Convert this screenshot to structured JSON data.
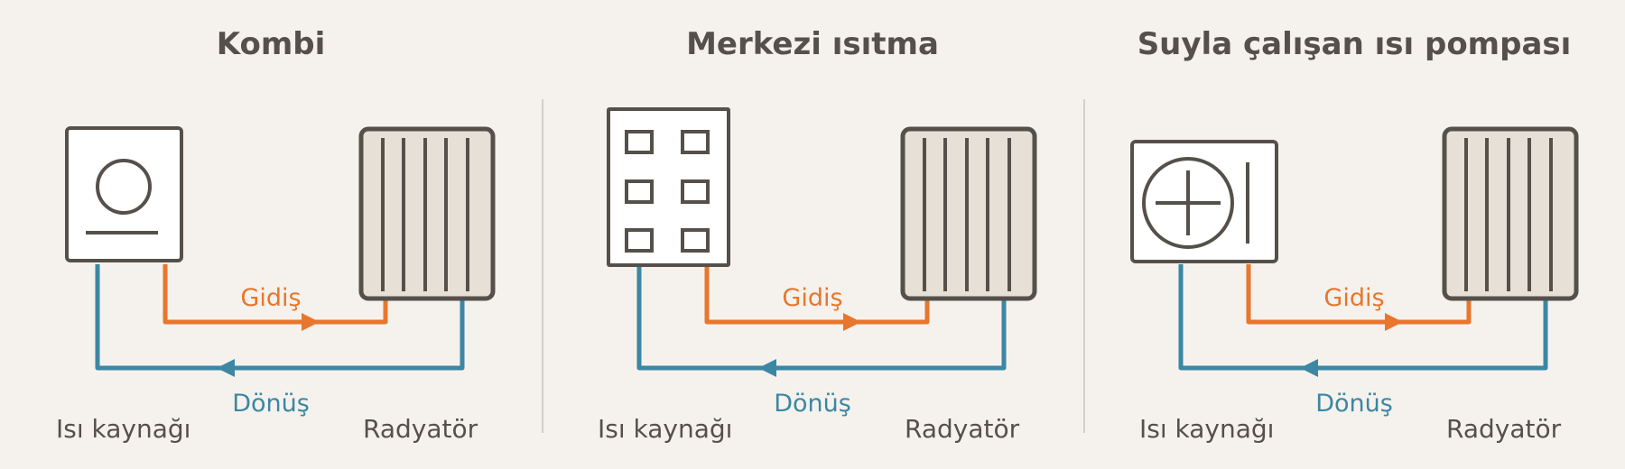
{
  "colors": {
    "background": "#f5f2ed",
    "ink": "#55504a",
    "supply": "#e8762c",
    "return": "#3b87a4",
    "radiator_fill": "#e6e0d6",
    "divider": "#d4cfc7"
  },
  "panels": [
    {
      "id": "kombi",
      "title": "Kombi",
      "source_icon": "boiler-icon",
      "source_label": "Isı kaynağı",
      "radiator_label": "Radyatör",
      "supply_label": "Gidiş",
      "return_label": "Dönüş"
    },
    {
      "id": "merkezi",
      "title": "Merkezi ısıtma",
      "source_icon": "central-plant-icon",
      "source_label": "Isı kaynağı",
      "radiator_label": "Radyatör",
      "supply_label": "Gidiş",
      "return_label": "Dönüş"
    },
    {
      "id": "isi-pompasi",
      "title": "Suyla çalışan ısı pompası",
      "source_icon": "heat-pump-fan-icon",
      "source_label": "Isı kaynağı",
      "radiator_label": "Radyatör",
      "supply_label": "Gidiş",
      "return_label": "Dönüş"
    }
  ]
}
